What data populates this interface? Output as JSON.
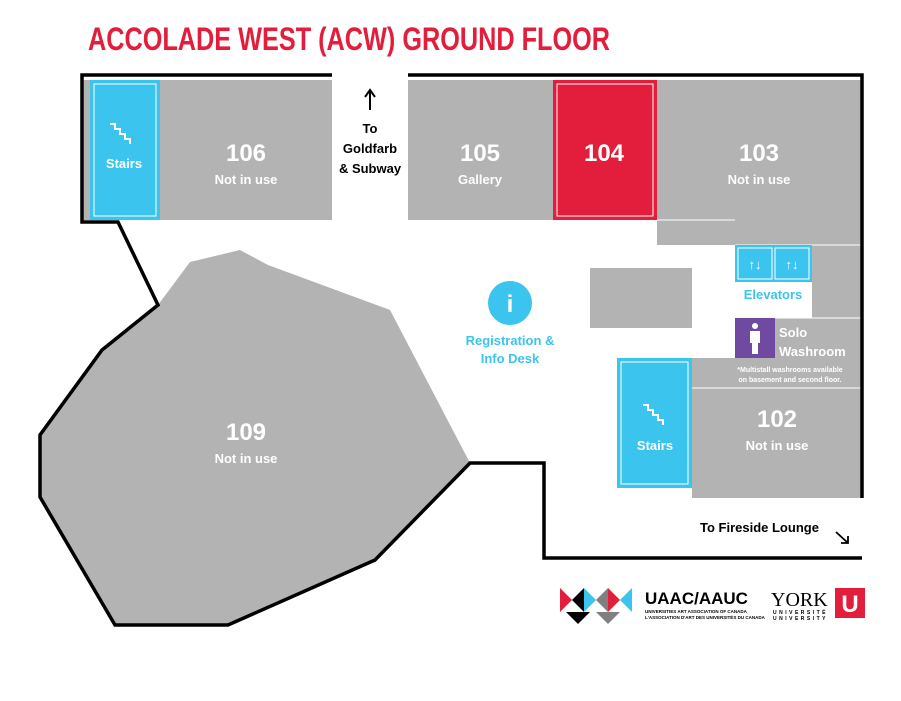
{
  "title": "ACCOLADE WEST (ACW) GROUND FLOOR",
  "colors": {
    "title": "#e31e3c",
    "room": "#b3b3b3",
    "highlight": "#e31e3c",
    "stairs": "#3bc4ee",
    "washroom": "#6f4aa0"
  },
  "rooms": {
    "r106": {
      "number": "106",
      "status": "Not in use"
    },
    "r105": {
      "number": "105",
      "status": "Gallery"
    },
    "r104": {
      "number": "104"
    },
    "r103": {
      "number": "103",
      "status": "Not in use"
    },
    "r102": {
      "number": "102",
      "status": "Not in use"
    },
    "r109": {
      "number": "109",
      "status": "Not in use"
    }
  },
  "stairs_label": "Stairs",
  "exit_goldfarb": [
    "To",
    "Goldfarb",
    "& Subway"
  ],
  "info_desk": {
    "icon": "i",
    "lines": [
      "Registration &",
      "Info Desk"
    ]
  },
  "elevators": {
    "label": "Elevators",
    "icon": "↑↓"
  },
  "washroom": {
    "lines": [
      "Solo",
      "Washroom"
    ],
    "note": [
      "*Multistall washrooms available",
      "on basement and second floor."
    ]
  },
  "exit_fireside": "To Fireside Lounge",
  "logos": {
    "uaac": {
      "name": "UAAC/AAUC",
      "sub1": "UNIVERSITIES ART ASSOCIATION OF CANADA",
      "sub2": "L'ASSOCIATION D'ART DES UNIVERSITÉS DU CANADA"
    },
    "york": {
      "name": "YORK",
      "sub1": "UNIVERSITÉ",
      "sub2": "UNIVERSITY",
      "mark": "U"
    }
  }
}
